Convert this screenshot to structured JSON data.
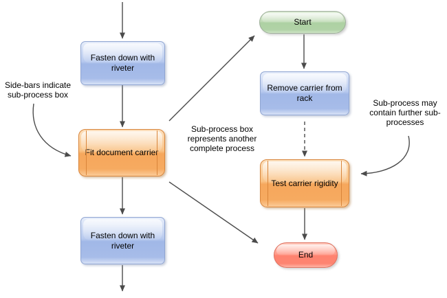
{
  "diagram": {
    "type": "flowchart",
    "background": "#ffffff",
    "arrow_color": "#4b4b4b"
  },
  "nodes": {
    "fasten_top": {
      "label": "Fasten down with riveter",
      "type": "process"
    },
    "fit_carrier": {
      "label": "Fit document carrier",
      "type": "sub-process"
    },
    "fasten_bottom": {
      "label": "Fasten down with riveter",
      "type": "process"
    },
    "start": {
      "label": "Start",
      "type": "terminator"
    },
    "remove_carrier": {
      "label": "Remove carrier from rack",
      "type": "process"
    },
    "test_rigidity": {
      "label": "Test carrier rigidity",
      "type": "sub-process"
    },
    "end": {
      "label": "End",
      "type": "terminator"
    }
  },
  "annotations": {
    "sidebars_note": "Side-bars indicate sub-process box",
    "represents_note": "Sub-process box represents another complete process",
    "contains_note": "Sub-process may contain further sub-processes"
  },
  "colors": {
    "process_fill": "#a7bce9",
    "process_border": "#8fa5d2",
    "subprocess_fill": "#f6aa60",
    "subprocess_border": "#d9853a",
    "start_fill": "#b0d2a6",
    "start_border": "#9dae99",
    "end_fill": "#ff8370",
    "end_border": "#de7260"
  }
}
